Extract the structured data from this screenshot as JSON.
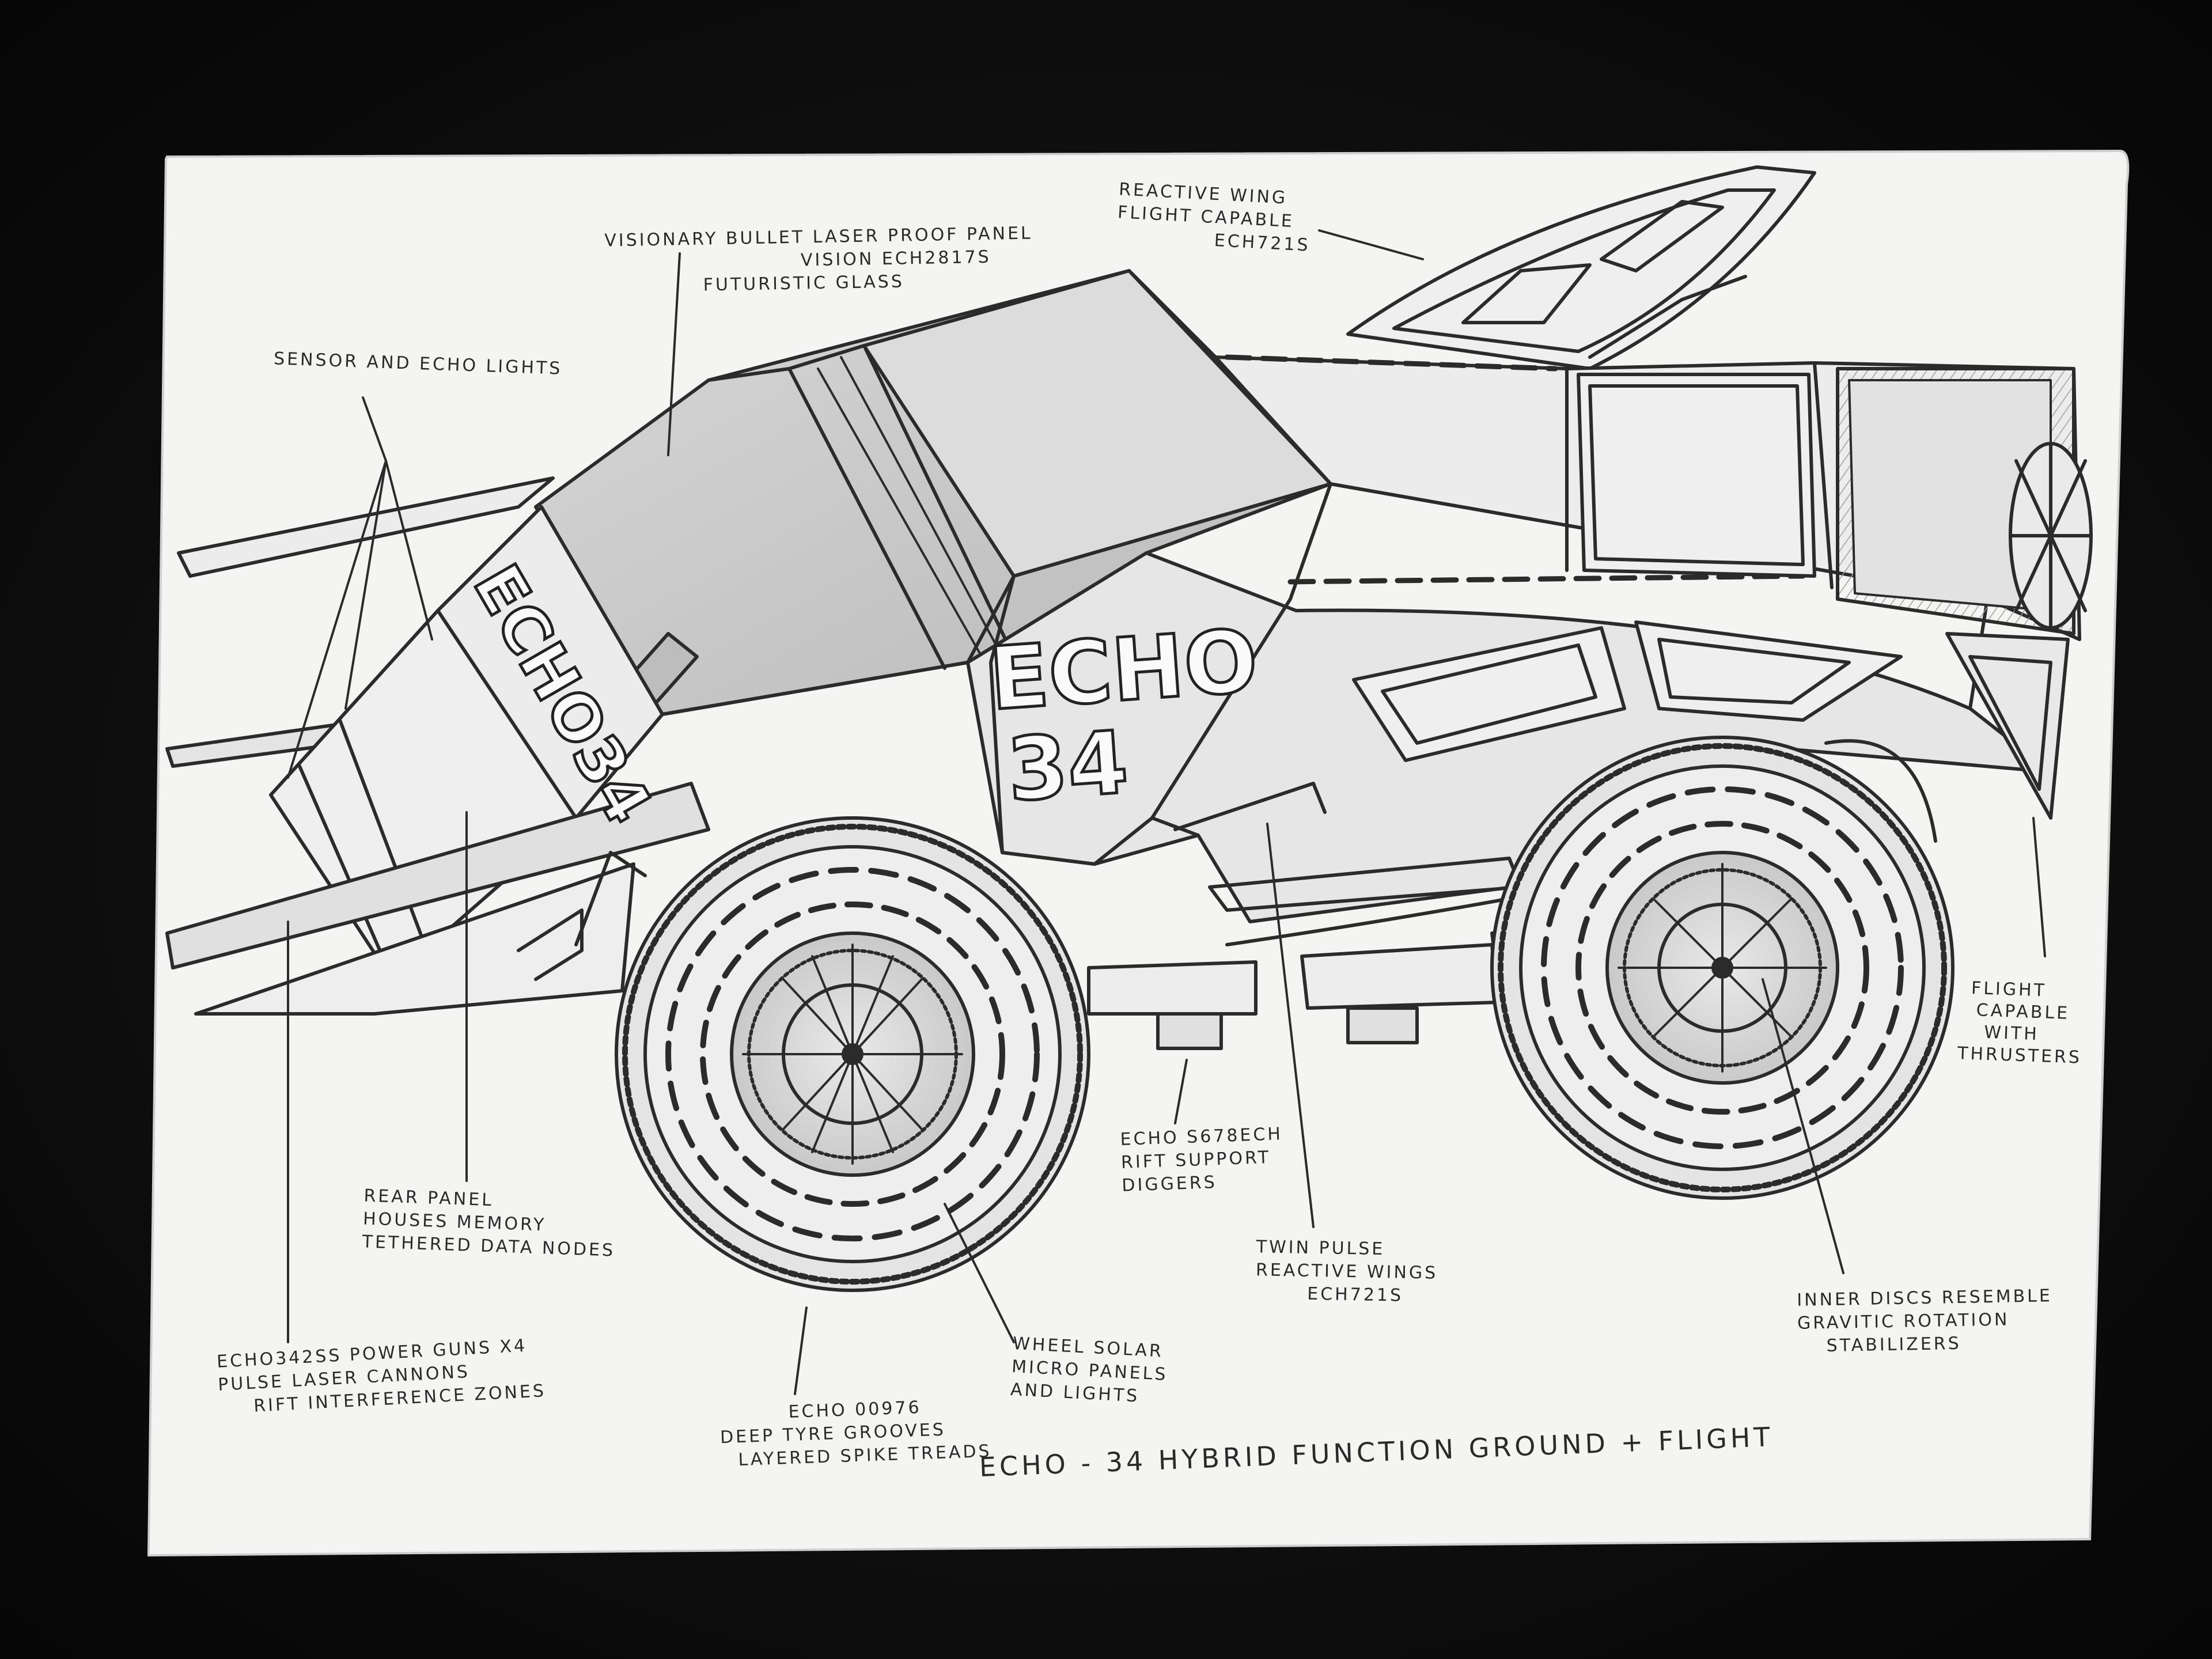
{
  "labels": {
    "glass": [
      "VISIONARY BULLET LASER PROOF PANEL",
      "VISION ECH2817S",
      "FUTURISTIC GLASS"
    ],
    "wing": [
      "REACTIVE WING",
      "FLIGHT CAPABLE",
      "ECH721S"
    ],
    "sensor": [
      "SENSOR AND ECHO LIGHTS"
    ],
    "rear_panel": [
      "REAR PANEL",
      "HOUSES MEMORY",
      "TETHERED DATA NODES"
    ],
    "guns": [
      "ECHO342SS POWER GUNS X4",
      "PULSE LASER CANNONS",
      "RIFT INTERFERENCE ZONES"
    ],
    "tyre": [
      "ECHO 00976",
      "DEEP TYRE GROOVES",
      "LAYERED SPIKE TREADS"
    ],
    "wheel_solar": [
      "WHEEL SOLAR",
      "MICRO PANELS",
      "AND LIGHTS"
    ],
    "diggers": [
      "ECHO S678ECH",
      "RIFT SUPPORT",
      "DIGGERS"
    ],
    "twin_pulse": [
      "TWIN PULSE",
      "REACTIVE WINGS",
      "ECH721S"
    ],
    "inner_discs": [
      "INNER DISCS RESEMBLE",
      "GRAVITIC ROTATION",
      "STABILIZERS"
    ],
    "thrusters": [
      "FLIGHT",
      "CAPABLE",
      "WITH",
      "THRUSTERS"
    ]
  },
  "title": "ECHO - 34  HYBRID FUNCTION  GROUND + FLIGHT",
  "vehicle": {
    "side_brand_line1": "ECHO",
    "side_brand_line2": "34",
    "rear_brand": "ECHO34"
  },
  "colors": {
    "paper": "#f4f4f3",
    "pencil": "#2b2b2b",
    "background": "#0e0e0e"
  }
}
